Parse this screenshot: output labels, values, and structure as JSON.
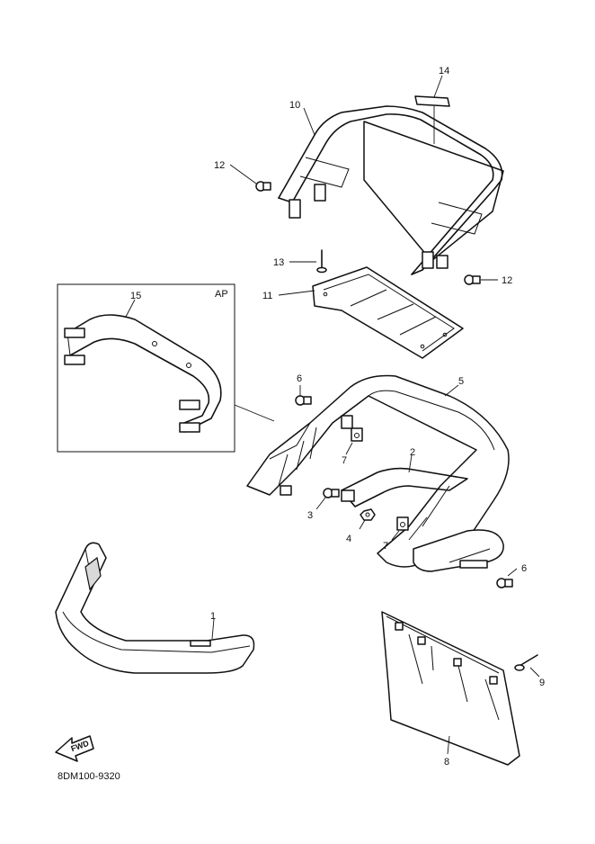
{
  "diagram": {
    "callouts": [
      "14",
      "10",
      "12",
      "12",
      "13",
      "11",
      "15",
      "AP",
      "6",
      "5",
      "7",
      "2",
      "3",
      "4",
      "7",
      "6",
      "1",
      "9",
      "8"
    ],
    "fwd_label": "FWD",
    "part_code": "8DM100-9320"
  }
}
